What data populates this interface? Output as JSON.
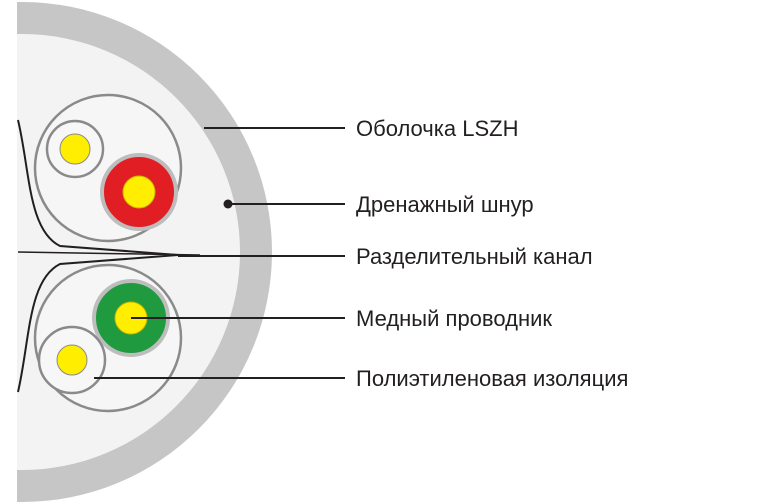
{
  "diagram": {
    "colors": {
      "jacket": "#c6c6c6",
      "jacket_inner": "#f3f3f3",
      "outline": "#8a8a8a",
      "conductor": "#ffee00",
      "insulation_red": "#e01e24",
      "insulation_green": "#1f9a3f",
      "insulation_white": "#f7f7f7",
      "leader": "#231f20"
    },
    "labels": {
      "sheath": "Оболочка LSZH",
      "drain_wire": "Дренажный шнур",
      "separator": "Разделительный канал",
      "copper_conductor": "Медный проводник",
      "pe_insulation": "Полиэтиленовая изоляция"
    }
  }
}
